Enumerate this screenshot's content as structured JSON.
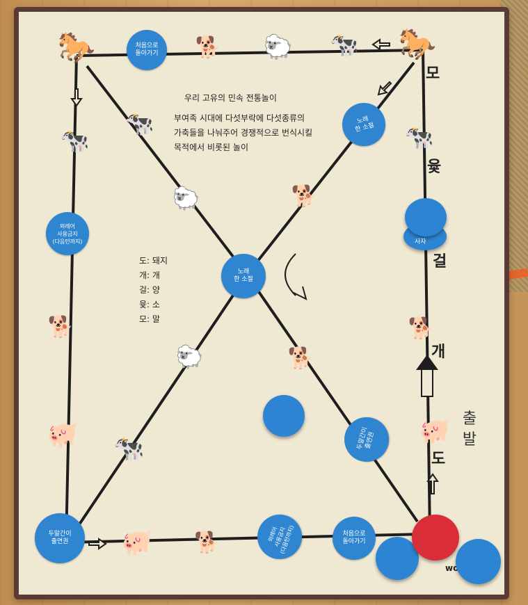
{
  "title_line": "우리 고유의 민속 전통놀이",
  "description": "부여족 시대에 다섯부락에 다섯종류의\n가축들을 나눠주어 경쟁적으로 번식시킬\n목적에서 비롯된 놀이",
  "legend": [
    {
      "label": "도:",
      "animal": "돼지"
    },
    {
      "label": "개:",
      "animal": "개"
    },
    {
      "label": "걸:",
      "animal": "양"
    },
    {
      "label": "윷:",
      "animal": "소"
    },
    {
      "label": "모:",
      "animal": "말"
    }
  ],
  "spaces": {
    "top_back": "처음으로\n돌아가기",
    "upper_right_sing": "노래\n한 소절",
    "left_shortcut": "외레어\n사용금지\n(다음턴까지)",
    "center_sing": "노래\n한 소절",
    "bottom_left": "두알간이\n출연권",
    "bottom_shortcut": "외레어\n사용금지\n(다음턴까지)",
    "bottom_back": "처음으로\n돌아가기",
    "right_lower": "두알간이\n출연권",
    "right_token_text": "사자"
  },
  "right_labels": {
    "mo": "모",
    "yut": "윷",
    "geol": "걸",
    "gae": "개",
    "do": "도"
  },
  "start_label": "출 발",
  "brand": "wor",
  "colors": {
    "board": "#efe8d2",
    "border": "#5a3a34",
    "blue": "#2f85d0",
    "red": "#d92d3a",
    "line": "#1e1e1e"
  }
}
